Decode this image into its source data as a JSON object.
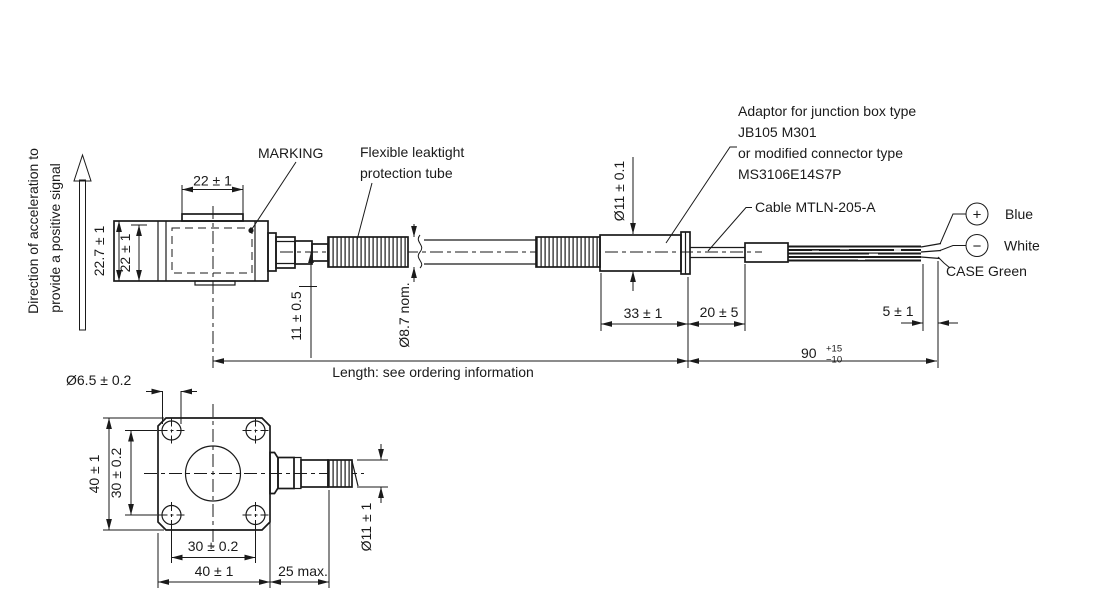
{
  "drawing": {
    "direction_note": {
      "line1": "Direction of acceleration to",
      "line2": "provide a positive signal"
    },
    "marking_label": "MARKING",
    "tube_label": {
      "line1": "Flexible leaktight",
      "line2": "protection tube"
    },
    "adaptor_label": {
      "line1": "Adaptor for junction box type",
      "line2": "JB105 M301",
      "line3": "or modified connector type",
      "line4": "MS3106E14S7P"
    },
    "cable_label": "Cable MTLN-205-A",
    "length_note": "Length: see ordering information",
    "wires": {
      "plus_symbol": "+",
      "minus_symbol": "−",
      "plus_color": "Blue",
      "minus_color": "White",
      "case_label": "CASE Green"
    },
    "dims": {
      "top_width": "22 ± 1",
      "body_height_outer": "22.7 ± 1",
      "body_height_inner": "22 ± 1",
      "axis_offset": "11 ± 0.5",
      "tube_diameter": "Ø8.7 nom.",
      "adaptor_diameter": "Ø11 ± 0.1",
      "adaptor_length": "33 ± 1",
      "cable_exposed": "20 ± 5",
      "strip_length": "5 ± 1",
      "lead_length": "90",
      "lead_length_plus": "+15",
      "lead_length_minus": "−10",
      "hole_diameter": "Ø6.5 ± 0.2",
      "flange_height": "40 ± 1",
      "hole_pitch_vertical": "30 ± 0.2",
      "hole_pitch_horizontal": "30 ± 0.2",
      "flange_width": "40 ± 1",
      "connector_max": "25 max.",
      "side_tube_diameter": "Ø11 ± 1"
    },
    "colors": {
      "line": "#1a1a1a",
      "background": "#ffffff"
    }
  }
}
